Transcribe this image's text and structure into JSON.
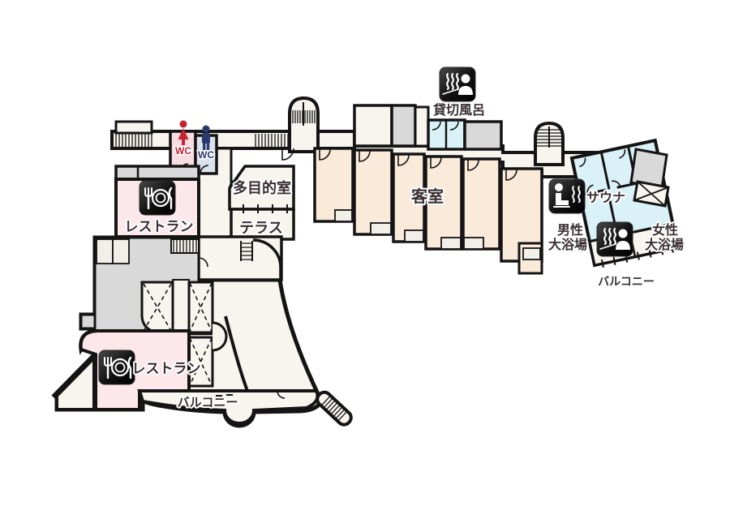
{
  "floorplan": {
    "type": "hotel-floor-map",
    "labels": {
      "wc_female": "WC",
      "wc_male": "WC",
      "restaurant_upper": "レストラン",
      "restaurant_lower": "レストラン",
      "multipurpose_room": "多目的室",
      "terrace": "テラス",
      "guest_rooms": "客室",
      "private_bath": "貸切風呂",
      "sauna": "サウナ",
      "mens_bath": [
        "男性",
        "大浴場"
      ],
      "womens_bath": [
        "女性",
        "大浴場"
      ],
      "balcony_right": "バルコニー",
      "balcony_bottom": "バルコニー"
    },
    "icons": {
      "restaurant": "fork-plate-knife",
      "onsen": "hot-spring-steam-person",
      "sauna": "seated-person-steam",
      "wc_female": "female-figure",
      "wc_male": "male-figure"
    },
    "colors": {
      "wall": "#141414",
      "floor": "#f7f5ee",
      "guest_room_peach": "#faead9",
      "restaurant_pink": "#fce7ea",
      "wc_female_pink": "#f7dde2",
      "wc_male_blue": "#dde1ed",
      "bath_blue": "#d9f1f7",
      "service_gray": "#d9d9d9",
      "wc_female_red": "#c32430",
      "wc_male_navy": "#2b3a6e",
      "icon_background": "#1c1c1c",
      "label_text": "#3a2f32"
    }
  }
}
